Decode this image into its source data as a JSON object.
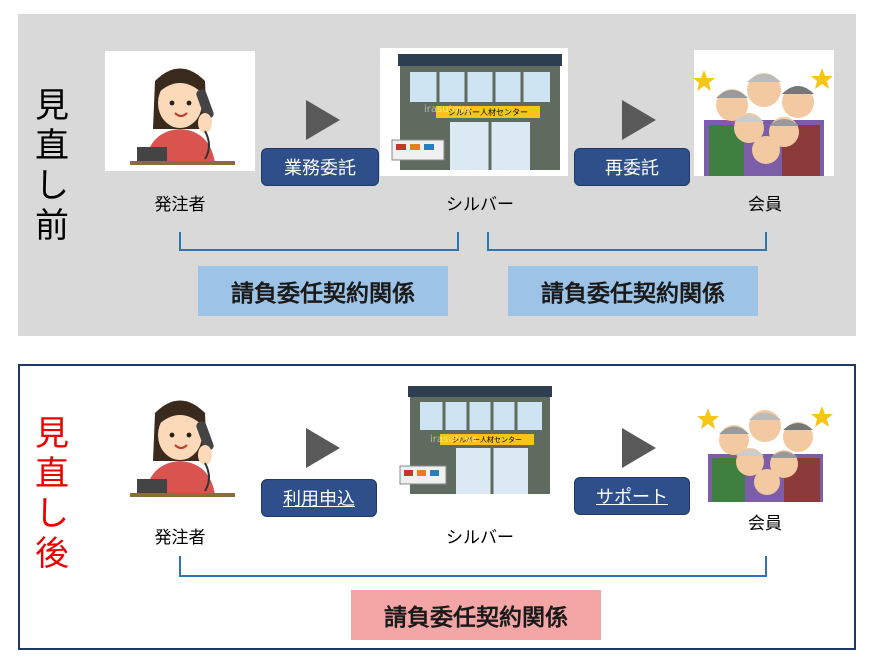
{
  "before": {
    "side_label": [
      "見",
      "直",
      "し",
      "前"
    ],
    "actors": {
      "orderer": "発注者",
      "silver": "シルバー",
      "members": "会員"
    },
    "tags": {
      "left": "業務委託",
      "right": "再委託"
    },
    "contracts": {
      "left": "請負委任契約関係",
      "right": "請負委任契約関係"
    }
  },
  "after": {
    "side_label": [
      "見",
      "直",
      "し",
      "後"
    ],
    "actors": {
      "orderer": "発注者",
      "silver": "シルバー",
      "members": "会員"
    },
    "tags": {
      "left": "利用申込",
      "right": "サポート"
    },
    "contract": "請負委任契約関係"
  },
  "illustration": {
    "sign_text": "シルバー人材センター",
    "watermark": "irasutoya"
  },
  "colors": {
    "before_bg": "#d9d9d9",
    "after_border": "#1f3864",
    "tag_fill": "#2f4f8a",
    "bracket": "#2e75b6",
    "contract_blue": "#9dc3e6",
    "contract_pink": "#f4a6a6",
    "after_label": "#ee0000"
  }
}
